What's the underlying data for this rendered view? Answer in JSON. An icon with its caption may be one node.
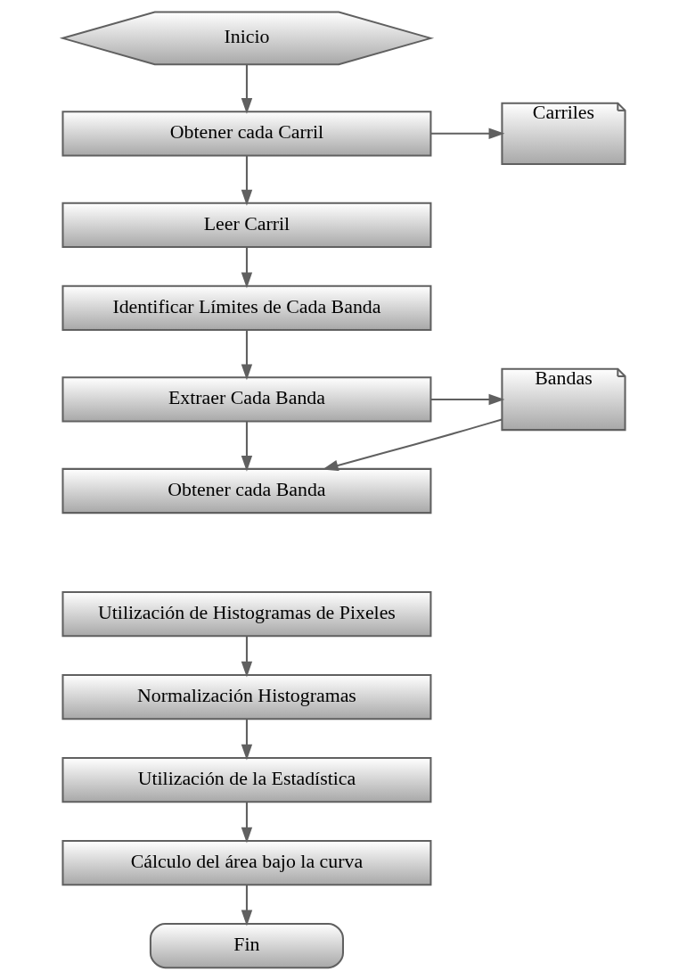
{
  "diagram": {
    "nodes": [
      {
        "text": [
          "Inicio"
        ]
      },
      {
        "text": [
          "Obtener cada Carril"
        ]
      },
      {
        "text": [
          "Carriles"
        ]
      },
      {
        "text": [
          "Leer Carril"
        ]
      },
      {
        "text": [
          "Identificar Límites de Cada Banda"
        ]
      },
      {
        "text": [
          "Extraer Cada Banda"
        ]
      },
      {
        "text": [
          "Bandas"
        ]
      },
      {
        "text": [
          "Obtener cada Banda"
        ]
      },
      {
        "text": [
          "Utilización de Histogramas de Pixeles"
        ]
      },
      {
        "text": [
          "Normalización Histogramas"
        ]
      },
      {
        "text": [
          "Utilización de la Estadística"
        ]
      },
      {
        "text": [
          "Cálculo del área bajo la curva"
        ]
      },
      {
        "text": [
          "Fin"
        ]
      }
    ],
    "edges": [
      {
        "from": 0,
        "to": 1,
        "arrow": "to"
      },
      {
        "from": 1,
        "to": 2,
        "arrow": "to"
      },
      {
        "from": 1,
        "to": 3,
        "arrow": "to"
      },
      {
        "from": 3,
        "to": 4,
        "arrow": "to"
      },
      {
        "from": 4,
        "to": 5,
        "arrow": "to"
      },
      {
        "from": 5,
        "to": 6,
        "arrow": "to"
      },
      {
        "from": 5,
        "to": 7,
        "arrow": "to"
      },
      {
        "from": 6,
        "to": 7,
        "arrow": "to"
      },
      {
        "from": 8,
        "to": 9,
        "arrow": "to"
      },
      {
        "from": 9,
        "to": 10,
        "arrow": "to"
      },
      {
        "from": 10,
        "to": 11,
        "arrow": "to"
      },
      {
        "from": 11,
        "to": 12,
        "arrow": "to"
      }
    ]
  }
}
